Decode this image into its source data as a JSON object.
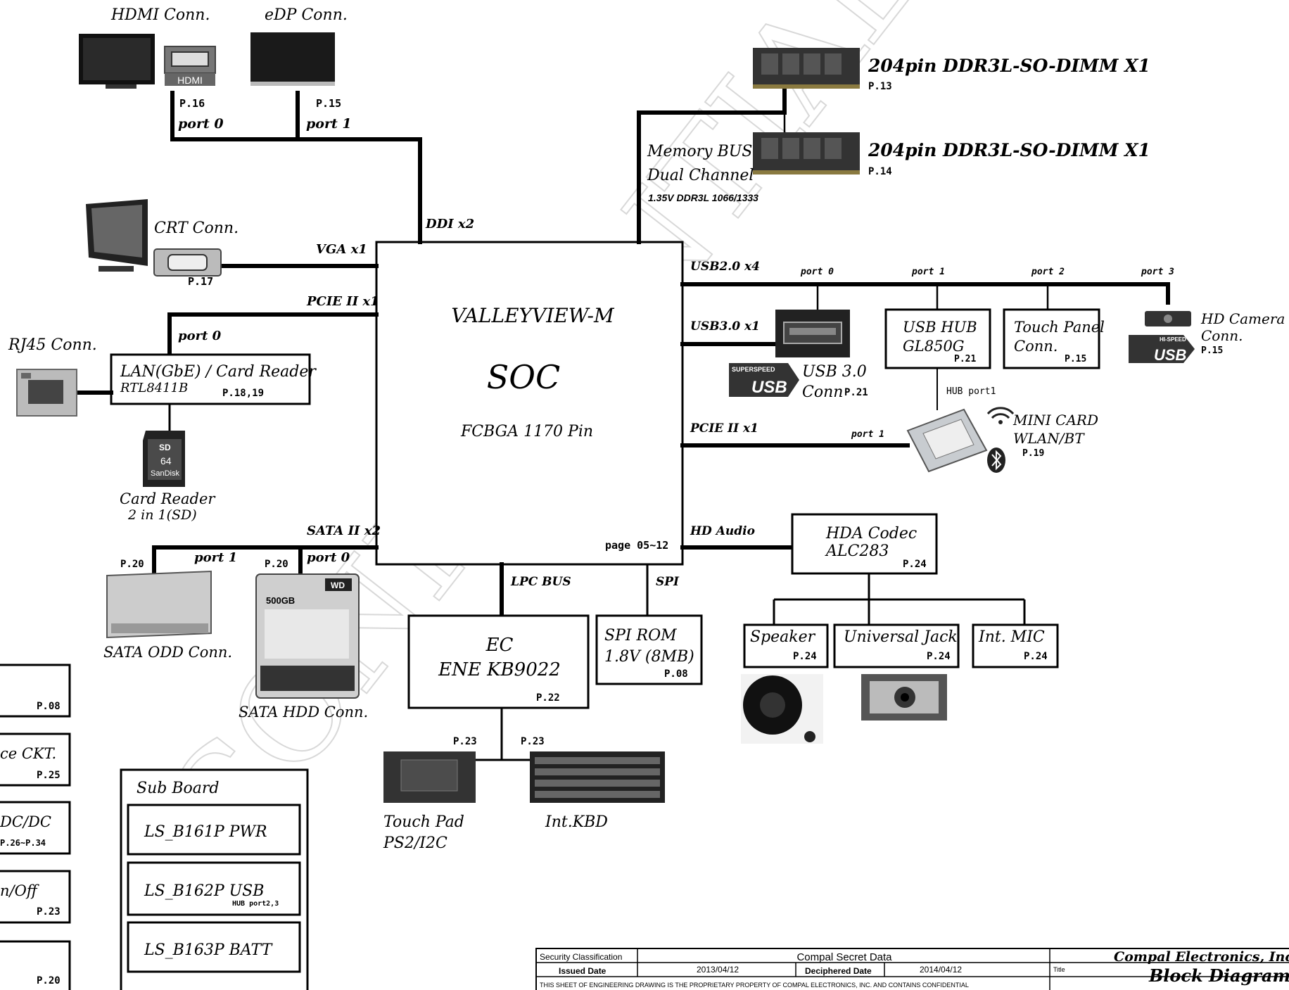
{
  "soc": {
    "line1": "VALLEYVIEW-M",
    "line2": "SOC",
    "line3": "FCBGA 1170 Pin",
    "page": "page 05~12"
  },
  "watermark": "CONFIDENTIAL",
  "display": {
    "hdmi_title": "HDMI Conn.",
    "hdmi_badge": "HDMI",
    "hdmi_page": "P.16",
    "hdmi_port": "port 0",
    "edp_title": "eDP Conn.",
    "edp_page": "P.15",
    "edp_port": "port 1",
    "ddi_label": "DDI x2",
    "crt_title": "CRT Conn.",
    "crt_page": "P.17",
    "vga_label": "VGA x1"
  },
  "memory": {
    "dimm1_title": "204pin DDR3L-SO-DIMM X1",
    "dimm1_page": "P.13",
    "dimm2_title": "204pin DDR3L-SO-DIMM X1",
    "dimm2_page": "P.14",
    "bus_line1": "Memory BUS",
    "bus_line2": "Dual Channel",
    "bus_spec": "1.35V DDR3L 1066/1333"
  },
  "usb": {
    "usb2_label": "USB2.0 x4",
    "port0": "port 0",
    "port1": "port 1",
    "port2": "port 2",
    "port3": "port 3",
    "usb3_label": "USB3.0 x1",
    "usb3_conn1": "USB 3.0",
    "usb3_conn2": "Conn",
    "usb3_page": "P.21",
    "superspeed": "SUPERSPEED",
    "usb_logo": "USB",
    "hub_line1": "USB HUB",
    "hub_line2": "GL850G",
    "hub_page": "P.21",
    "hub_port": "HUB port1",
    "touch_line1": "Touch Panel",
    "touch_line2": "Conn.",
    "touch_page": "P.15",
    "cam_line1": "HD Camera",
    "cam_line2": "Conn.",
    "cam_page": "P.15",
    "hispeed": "HI-SPEED"
  },
  "pcie_wlan": {
    "label": "PCIE II x1",
    "port": "port 1",
    "line1": "MINI CARD",
    "line2": "WLAN/BT",
    "page": "P.19"
  },
  "lan": {
    "pcie_label": "PCIE II x1",
    "port": "port 0",
    "line1": "LAN(GbE) / Card Reader",
    "line2": "RTL8411B",
    "page": "P.18,19",
    "rj45": "RJ45 Conn.",
    "cr_line1": "Card Reader",
    "cr_line2": "2 in 1(SD)",
    "sd_text1": "SD",
    "sd_text2": "64",
    "sd_text3": "SanDisk"
  },
  "sata": {
    "label": "SATA II x2",
    "port1": "port 1",
    "port0": "port 0",
    "odd_page": "P.20",
    "hdd_page": "P.20",
    "odd_title": "SATA ODD Conn.",
    "hdd_title": "SATA HDD Conn.",
    "hdd_cap": "500GB",
    "hdd_brand": "WD"
  },
  "audio": {
    "label": "HD Audio",
    "codec1": "HDA Codec",
    "codec2": "ALC283",
    "codec_page": "P.24",
    "speaker": "Speaker",
    "speaker_page": "P.24",
    "jack": "Universal Jack",
    "jack_page": "P.24",
    "mic": "Int. MIC",
    "mic_page": "P.24"
  },
  "lpc": {
    "label": "LPC BUS",
    "ec1": "EC",
    "ec2": "ENE KB9022",
    "ec_page": "P.22",
    "tp_page": "P.23",
    "kb_page": "P.23",
    "tp1": "Touch Pad",
    "tp2": "PS2/I2C",
    "kb": "Int.KBD"
  },
  "spi": {
    "label": "SPI",
    "line1": "SPI ROM",
    "line2": "1.8V (8MB)",
    "page": "P.08"
  },
  "left_boxes": [
    {
      "text": "",
      "page": "P.08"
    },
    {
      "text": "ce CKT.",
      "page": "P.25"
    },
    {
      "text": "DC/DC",
      "page": "P.26~P.34"
    },
    {
      "text": "n/Off",
      "page": "P.23"
    },
    {
      "text": "",
      "page": "P.20"
    }
  ],
  "sub_board": {
    "title": "Sub Board",
    "items": [
      "LS_B161P  PWR",
      "LS_B162P  USB",
      "LS_B163P  BATT"
    ],
    "usb_note": "HUB port2,3"
  },
  "title_block": {
    "sec_label": "Security Classification",
    "sec_value": "Compal Secret Data",
    "issued_label": "Issued Date",
    "issued_value": "2013/04/12",
    "deciphered_label": "Deciphered Date",
    "deciphered_value": "2014/04/12",
    "company": "Compal Electronics, Inc.",
    "title_label": "Title",
    "title": "Block Diagrams",
    "notice": "THIS SHEET OF ENGINEERING DRAWING IS THE PROPRIETARY PROPERTY OF COMPAL ELECTRONICS, INC. AND CONTAINS CONFIDENTIAL"
  }
}
